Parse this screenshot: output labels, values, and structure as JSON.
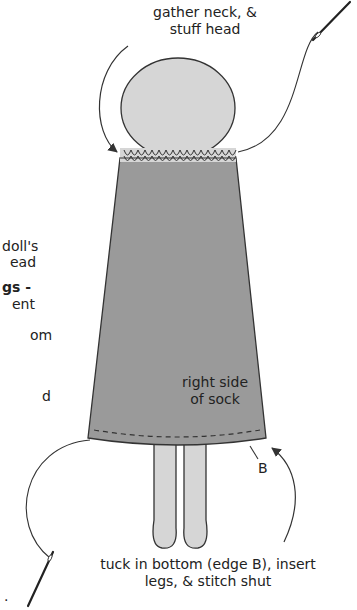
{
  "diagram": {
    "labels": [
      "gather neck, & stuff head",
      "doll's",
      "ead",
      "gs -",
      "ent",
      "om",
      "d",
      ".",
      "right side of sock",
      "B",
      "tuck in bottom (edge B), insert legs, & stitch shut"
    ]
  }
}
